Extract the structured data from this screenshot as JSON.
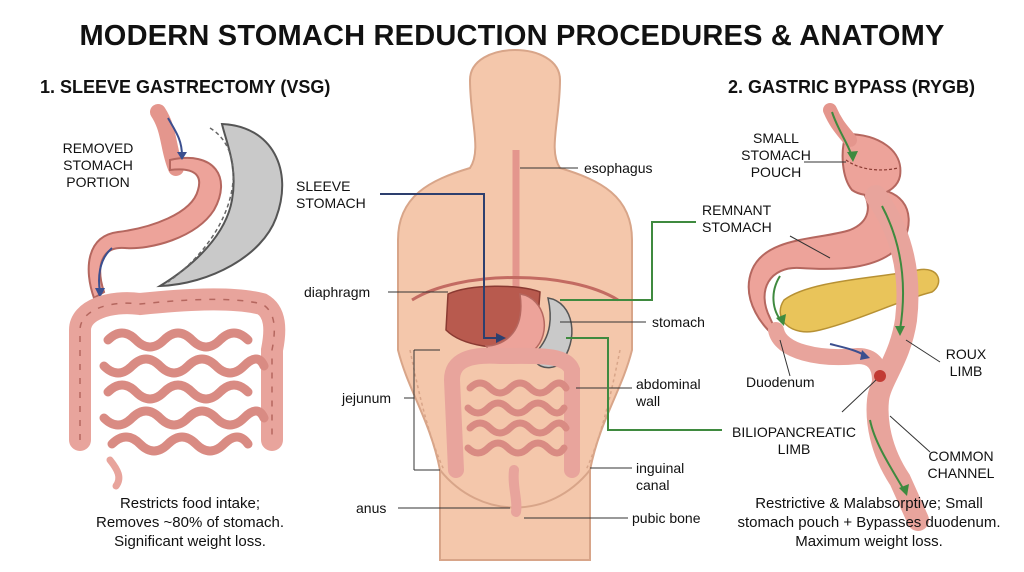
{
  "title": "MODERN STOMACH REDUCTION PROCEDURES & ANATOMY",
  "left": {
    "heading": "1. SLEEVE GASTRECTOMY (VSG)",
    "removed_label": [
      "REMOVED",
      "STOMACH",
      "PORTION"
    ],
    "caption": [
      "Restricts food intake;",
      "Removes ~80% of stomach.",
      "Significant weight loss."
    ]
  },
  "center": {
    "sleeve_label": [
      "SLEEVE",
      "STOMACH"
    ],
    "esophagus": "esophagus",
    "diaphragm": "diaphragm",
    "stomach": "stomach",
    "jejunum": "jejunum",
    "abdominal_wall": [
      "abdominal",
      "wall"
    ],
    "inguinal_canal": [
      "inguinal",
      "canal"
    ],
    "anus": "anus",
    "pubic_bone": "pubic bone"
  },
  "right": {
    "heading": "2. GASTRIC BYPASS (RYGB)",
    "pouch_label": [
      "SMALL",
      "STOMACH",
      "POUCH"
    ],
    "remnant_label": [
      "REMNANT",
      "STOMACH"
    ],
    "duodenum": "Duodenum",
    "roux_label": [
      "ROUX",
      "LIMB"
    ],
    "bilio_label": [
      "BILIOPANCREATIC",
      "LIMB"
    ],
    "common_label": [
      "COMMON",
      "CHANNEL"
    ],
    "caption": [
      "Restrictive & Malabsorptive; Small",
      "stomach pouch + Bypasses duodenum.",
      "Maximum weight loss."
    ]
  },
  "colors": {
    "intestine": "#e8a49c",
    "skin": "#f4c7ab",
    "removed": "#c9c9c9",
    "liver": "#b85a4e",
    "pancreas": "#e9c45a",
    "navy_line": "#2d3f6e",
    "green_line": "#3f8a3f"
  }
}
